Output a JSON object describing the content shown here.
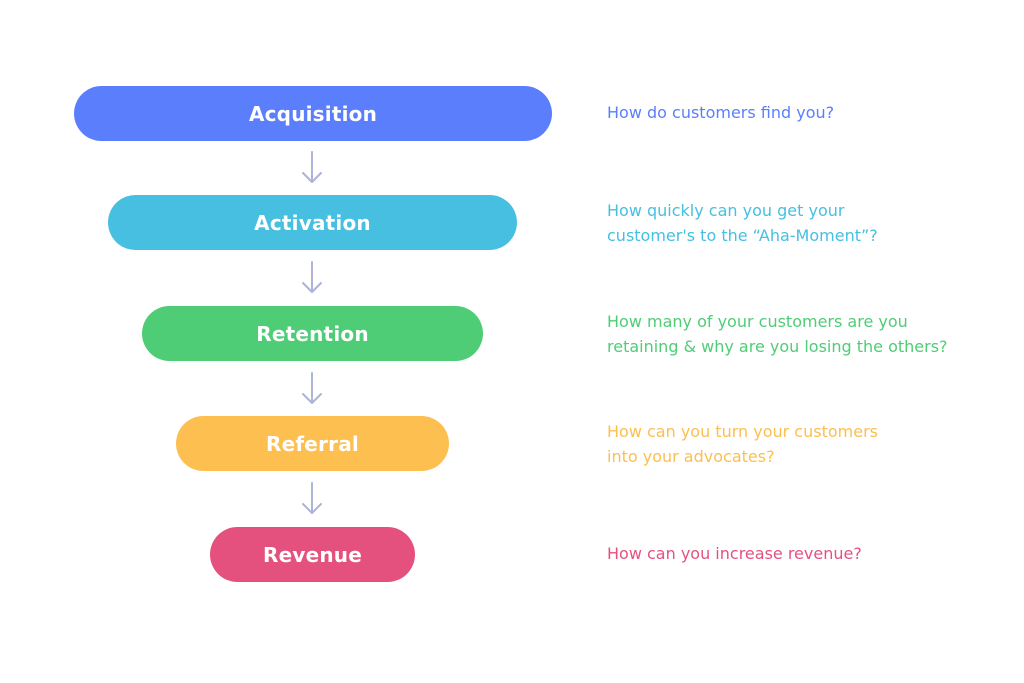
{
  "stages": [
    {
      "label": "Acquisition",
      "color": "#5b7ffc",
      "question": [
        "How do customers find you?"
      ]
    },
    {
      "label": "Activation",
      "color": "#46bfe0",
      "question": [
        "How quickly can you get your",
        "customer's to the “Aha-Moment”?"
      ]
    },
    {
      "label": "Retention",
      "color": "#4fcd76",
      "question": [
        "How many of your customers are you",
        "retaining & why are you losing the others?"
      ]
    },
    {
      "label": "Referral",
      "color": "#fcbf50",
      "question": [
        "How can you turn your customers",
        "into your advocates?"
      ]
    },
    {
      "label": "Revenue",
      "color": "#e5517f",
      "question": [
        "How can you increase revenue?"
      ]
    }
  ],
  "arrow_color": "#aeb3d8"
}
